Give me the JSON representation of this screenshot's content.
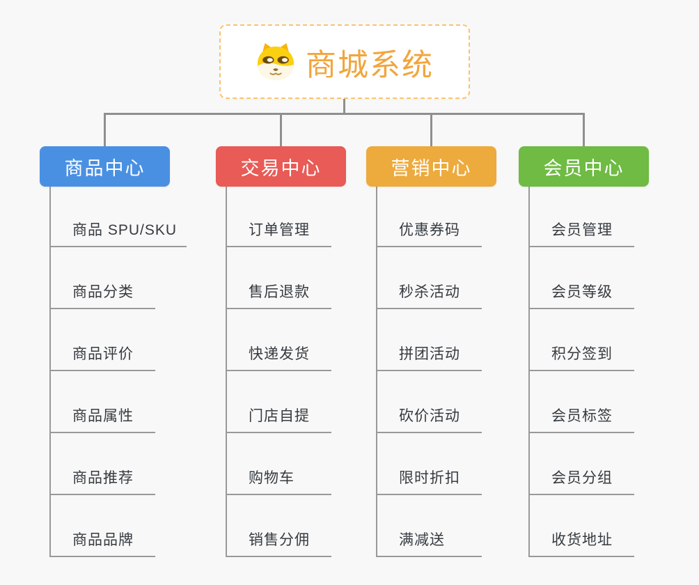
{
  "canvas": {
    "background": "#f8f8f8",
    "connector_color": "#8f8f8f"
  },
  "root": {
    "label": "商城系统",
    "icon": "dog-face-icon",
    "text_color": "#f2a53d",
    "border_color": "#f8c471"
  },
  "branches": [
    {
      "label": "商品中心",
      "color": "#4a90e2",
      "children": [
        "商品 SPU/SKU",
        "商品分类",
        "商品评价",
        "商品属性",
        "商品推荐",
        "商品品牌"
      ]
    },
    {
      "label": "交易中心",
      "color": "#e85b56",
      "children": [
        "订单管理",
        "售后退款",
        "快递发货",
        "门店自提",
        "购物车",
        "销售分佣"
      ]
    },
    {
      "label": "营销中心",
      "color": "#edaa3d",
      "children": [
        "优惠券码",
        "秒杀活动",
        "拼团活动",
        "砍价活动",
        "限时折扣",
        "满减送"
      ]
    },
    {
      "label": "会员中心",
      "color": "#6fbb44",
      "children": [
        "会员管理",
        "会员等级",
        "积分签到",
        "会员标签",
        "会员分组",
        "收货地址"
      ]
    }
  ]
}
